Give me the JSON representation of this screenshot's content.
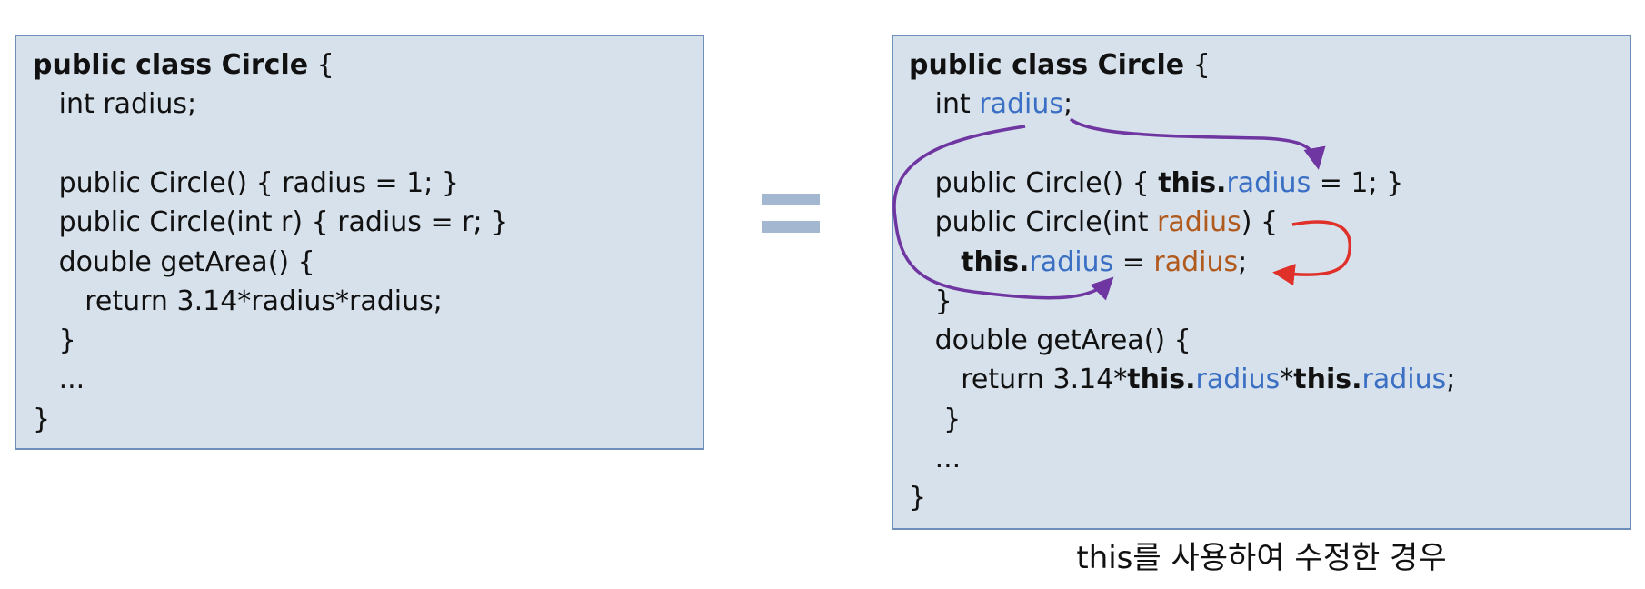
{
  "left_box": {
    "lines": [
      [
        {
          "t": "public class Circle",
          "s": "kw"
        },
        {
          "t": " {"
        }
      ],
      [
        {
          "t": "   int radius;"
        }
      ],
      [
        {
          "t": ""
        }
      ],
      [
        {
          "t": "   public Circle() { radius = 1; }"
        }
      ],
      [
        {
          "t": "   public Circle(int r) { radius = r; }"
        }
      ],
      [
        {
          "t": "   double getArea() {"
        }
      ],
      [
        {
          "t": "      return 3.14*radius*radius;"
        }
      ],
      [
        {
          "t": "   }"
        }
      ],
      [
        {
          "t": "   ..."
        }
      ],
      [
        {
          "t": "}"
        }
      ]
    ]
  },
  "right_box": {
    "lines": [
      [
        {
          "t": "public class Circle",
          "s": "kw"
        },
        {
          "t": " {"
        }
      ],
      [
        {
          "t": "   int "
        },
        {
          "t": "radius",
          "s": "fld"
        },
        {
          "t": ";"
        }
      ],
      [
        {
          "t": ""
        }
      ],
      [
        {
          "t": "   public Circle() { "
        },
        {
          "t": "this.",
          "s": "kw"
        },
        {
          "t": "radius",
          "s": "fld"
        },
        {
          "t": " = 1; }"
        }
      ],
      [
        {
          "t": "   public Circle(int "
        },
        {
          "t": "radius",
          "s": "prm"
        },
        {
          "t": ") {"
        }
      ],
      [
        {
          "t": "      "
        },
        {
          "t": "this.",
          "s": "kw"
        },
        {
          "t": "radius",
          "s": "fld"
        },
        {
          "t": " = "
        },
        {
          "t": "radius",
          "s": "prm"
        },
        {
          "t": ";"
        }
      ],
      [
        {
          "t": "   }"
        }
      ],
      [
        {
          "t": "   double getArea() {"
        }
      ],
      [
        {
          "t": "      return 3.14*"
        },
        {
          "t": "this.",
          "s": "kw"
        },
        {
          "t": "radius",
          "s": "fld"
        },
        {
          "t": "*"
        },
        {
          "t": "this.",
          "s": "kw"
        },
        {
          "t": "radius",
          "s": "fld"
        },
        {
          "t": ";"
        }
      ],
      [
        {
          "t": "    }"
        }
      ],
      [
        {
          "t": "   ..."
        }
      ],
      [
        {
          "t": "}"
        }
      ]
    ]
  },
  "caption": "this를 사용하여 수정한 경우",
  "colors": {
    "box_fill": "#d6e1ec",
    "box_border": "#6d8fba",
    "field": "#3a6fc4",
    "parameter": "#b05a1e",
    "arrow_field": "#6f35a0",
    "arrow_param": "#e0302a",
    "equals": "#a3b8d0"
  }
}
